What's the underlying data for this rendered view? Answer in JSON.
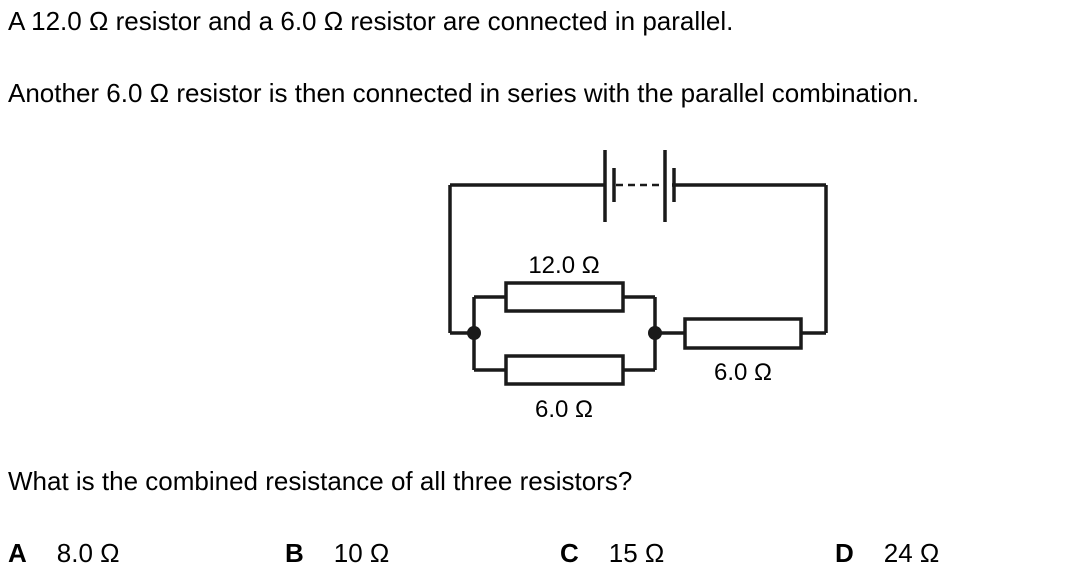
{
  "question": {
    "line1": "A 12.0 Ω resistor and a 6.0 Ω resistor are connected in parallel.",
    "line2": "Another 6.0 Ω resistor is then connected in series with the parallel combination.",
    "prompt": "What is the combined resistance of all three resistors?"
  },
  "diagram": {
    "label_top_resistor": "12.0 Ω",
    "label_bottom_resistor": "6.0 Ω",
    "label_series_resistor": "6.0 Ω"
  },
  "options": [
    {
      "letter": "A",
      "value": "8.0 Ω"
    },
    {
      "letter": "B",
      "value": "10 Ω"
    },
    {
      "letter": "C",
      "value": "15 Ω"
    },
    {
      "letter": "D",
      "value": "24 Ω"
    }
  ]
}
